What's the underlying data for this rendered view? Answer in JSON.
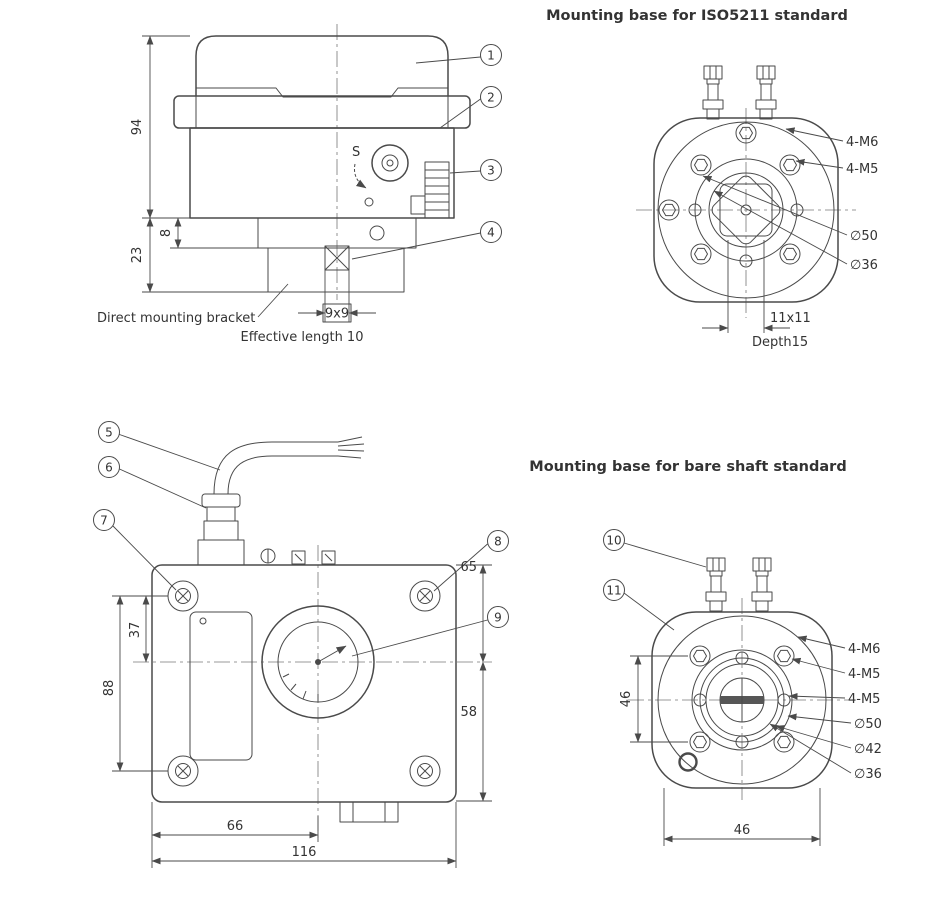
{
  "colors": {
    "line": "#4a4a4a",
    "accent_red": "#c32222"
  },
  "side_view": {
    "callouts": [
      "1",
      "2",
      "3",
      "4"
    ],
    "dim_height": "94",
    "dim_bracket": "23",
    "dim_step": "8",
    "dim_shaft": "9x9",
    "label_bracket": "Direct mounting bracket",
    "label_effective": "Effective length 10",
    "label_s": "S"
  },
  "iso_base": {
    "title": "Mounting base for ISO5211 standard",
    "label_m6": "4-M6",
    "label_m5": "4-M5",
    "label_d50": "∅50",
    "label_d36": "∅36",
    "dim_square": "11x11",
    "dim_depth": "Depth15"
  },
  "front_view": {
    "callouts": [
      "5",
      "6",
      "7",
      "8",
      "9"
    ],
    "dim_37": "37",
    "dim_88": "88",
    "dim_65": "65",
    "dim_58": "58",
    "dim_66": "66",
    "dim_116": "116"
  },
  "bare_base": {
    "title": "Mounting base for bare shaft standard",
    "callouts": [
      "10",
      "11"
    ],
    "labels": [
      "4-M6",
      "4-M5",
      "4-M5",
      "∅50",
      "∅42",
      "∅36"
    ],
    "dim_left": "46",
    "dim_bottom": "46"
  }
}
